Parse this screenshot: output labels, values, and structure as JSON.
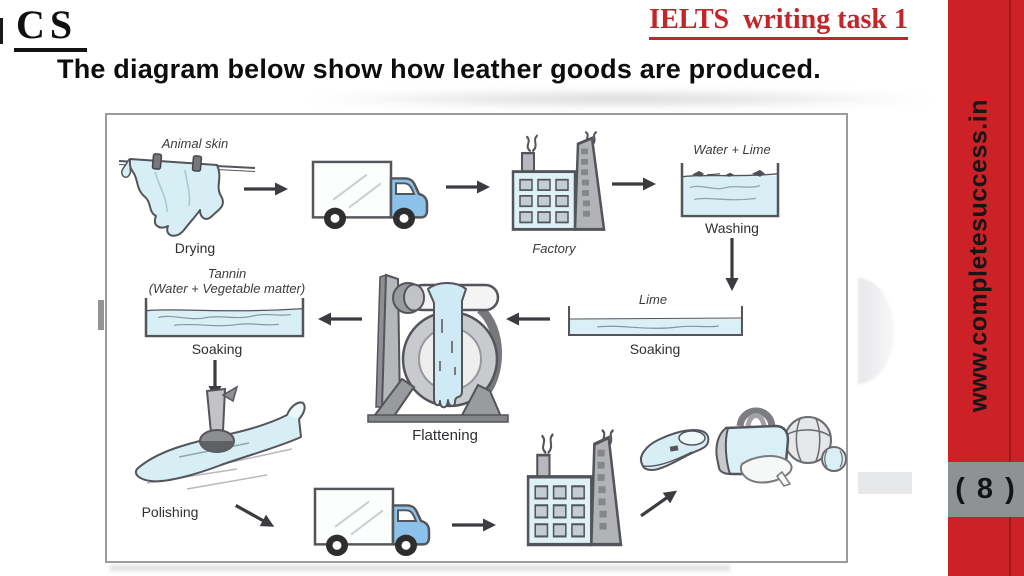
{
  "header": {
    "logo_text": "CS",
    "task_heading": "IELTS  writing task 1",
    "title": "The diagram below show how leather goods are produced."
  },
  "sidebar": {
    "website_text": "www.completesuccess.in",
    "page_badge": "( 8 )",
    "accent_color": "#cc2127",
    "badge_color": "#8f9294"
  },
  "diagram": {
    "labels": {
      "animal_skin": "Animal skin",
      "drying": "Drying",
      "factory": "Factory",
      "water_lime": "Water + Lime",
      "washing": "Washing",
      "tannin": "Tannin",
      "tannin_sub": "(Water + Vegetable matter)",
      "soaking_tannin": "Soaking",
      "flattening": "Flattening",
      "lime": "Lime",
      "soaking_lime": "Soaking",
      "polishing": "Polishing"
    }
  }
}
